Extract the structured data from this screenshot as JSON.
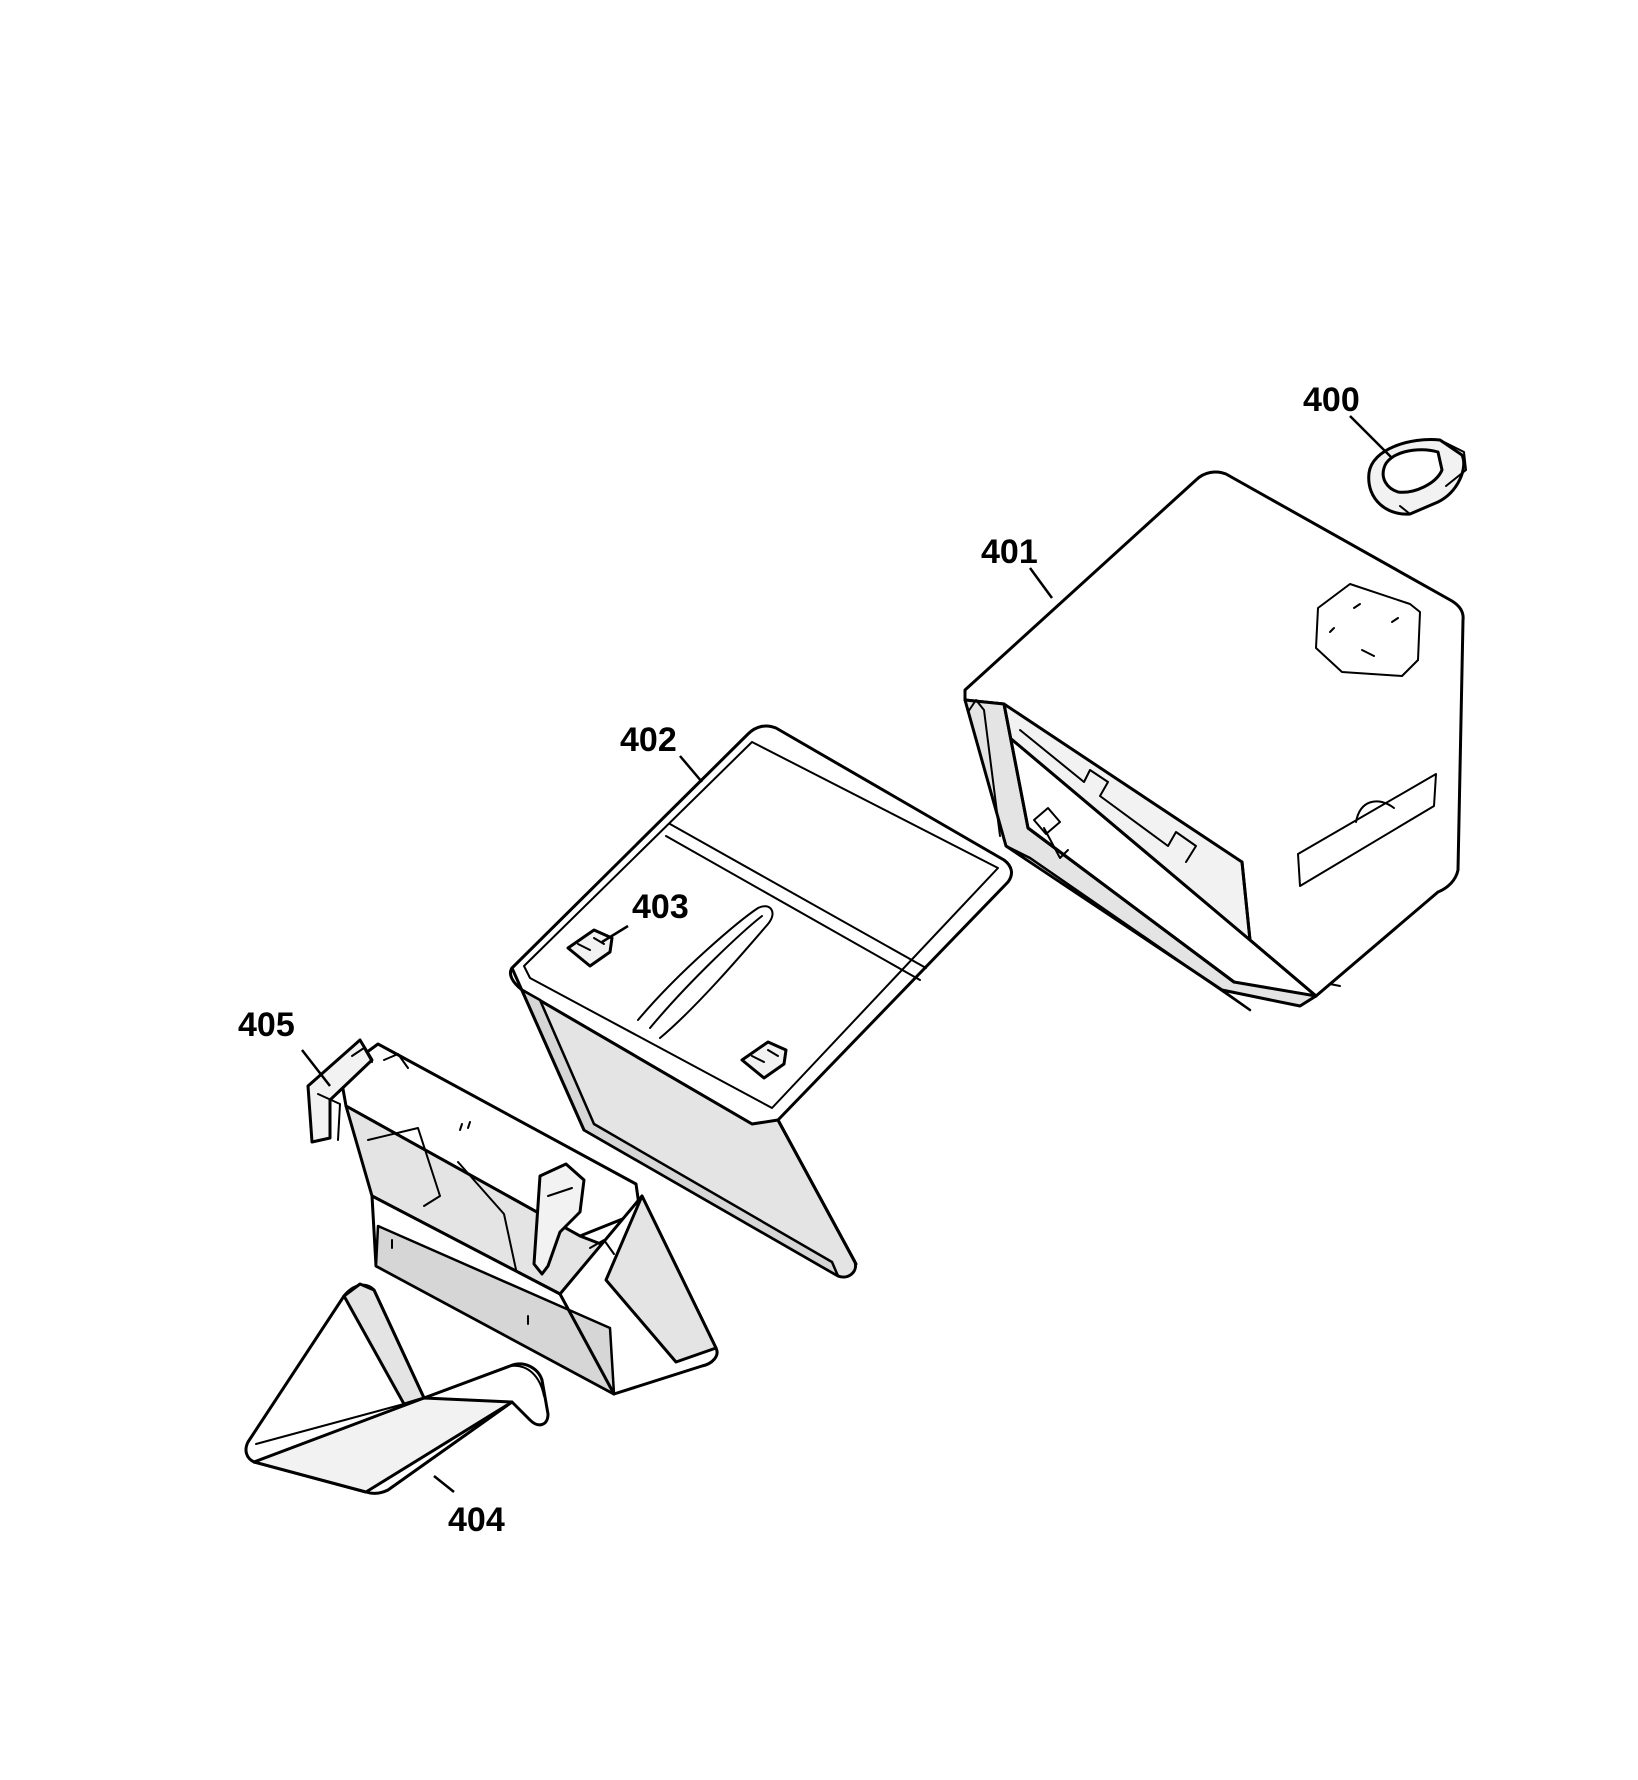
{
  "diagram": {
    "type": "exploded-parts-view",
    "parts": [
      {
        "id": "400",
        "label": "400"
      },
      {
        "id": "401",
        "label": "401"
      },
      {
        "id": "402",
        "label": "402"
      },
      {
        "id": "403",
        "label": "403"
      },
      {
        "id": "404",
        "label": "404"
      },
      {
        "id": "405",
        "label": "405"
      }
    ]
  }
}
